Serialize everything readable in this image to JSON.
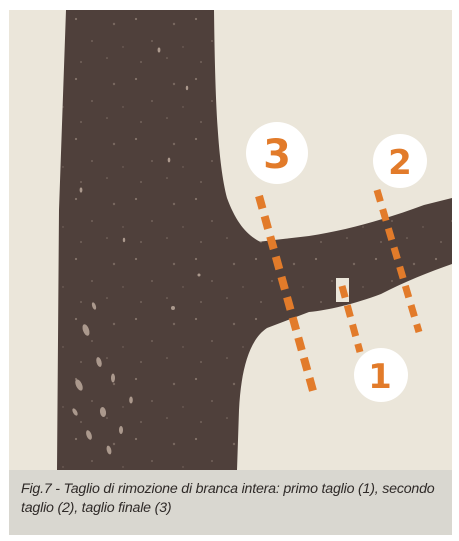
{
  "figure": {
    "colors": {
      "background": "#ebe6da",
      "bark": "#4f403b",
      "speckle": "#bca99c",
      "cut_line": "#e27b2a",
      "badge_fill": "#ffffff",
      "badge_text": "#e27b2a"
    },
    "cut_markers": [
      {
        "id": "cut-1",
        "label": "1"
      },
      {
        "id": "cut-2",
        "label": "2"
      },
      {
        "id": "cut-3",
        "label": "3"
      }
    ]
  },
  "caption": {
    "text": "Fig.7 - Taglio di rimozione di branca intera: primo taglio (1), secondo taglio (2), taglio finale (3)"
  }
}
